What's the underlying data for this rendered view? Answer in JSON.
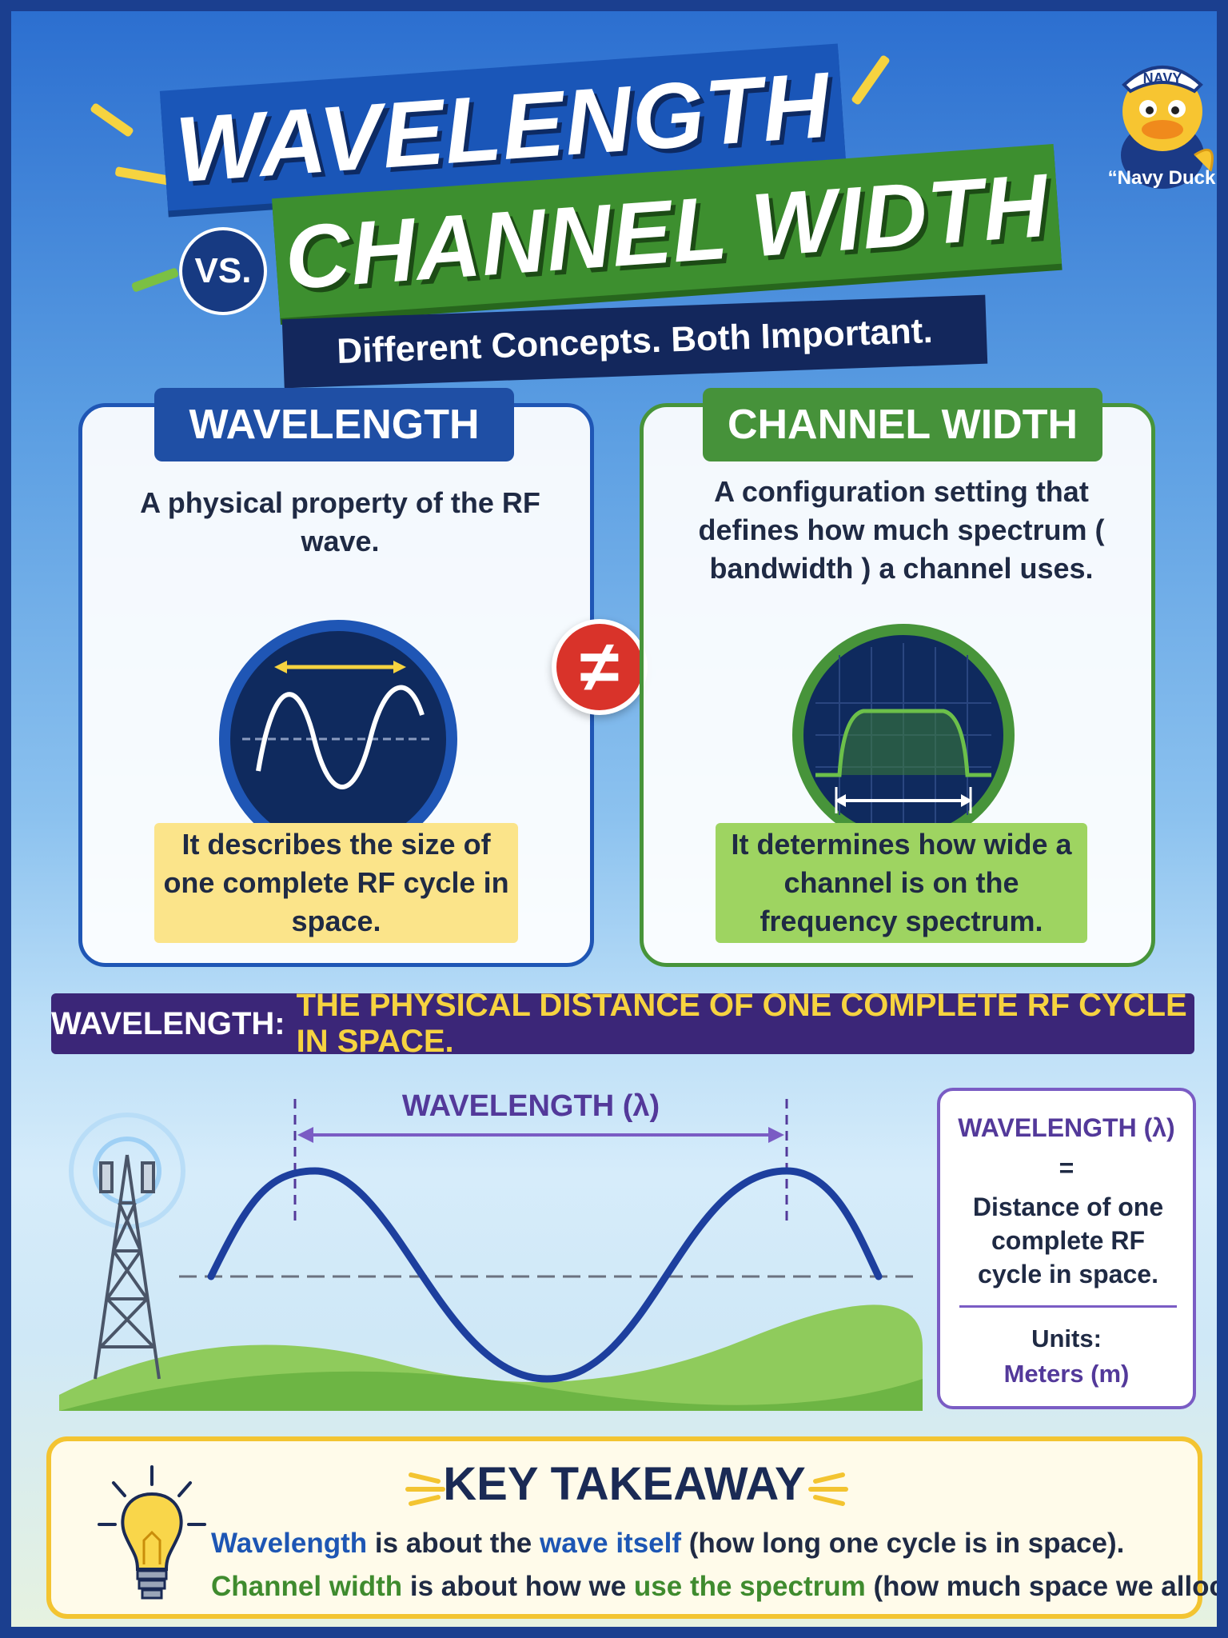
{
  "header": {
    "title_line1": "WAVELENGTH",
    "vs": "VS.",
    "title_line2": "CHANNEL WIDTH",
    "subtitle": "Different Concepts. Both Important."
  },
  "mascot": {
    "hat_text": "NAVY",
    "caption": "“Navy Duck”"
  },
  "wavelength_card": {
    "heading": "WAVELENGTH",
    "description": "A physical property of the RF wave.",
    "icon": "sine-wave-icon",
    "note": "It describes the size of one complete RF cycle in space."
  },
  "channel_card": {
    "heading": "CHANNEL WIDTH",
    "description": "A configuration setting that defines how much spectrum ( bandwidth ) a channel uses.",
    "icon": "spectrum-channel-icon",
    "note": "It determines how wide a channel is on the frequency spectrum."
  },
  "not_equal_symbol": "≠",
  "definition": {
    "term": "WAVELENGTH:",
    "text": "THE PHYSICAL DISTANCE OF ONE COMPLETE RF CYCLE IN SPACE."
  },
  "wave_diagram": {
    "label": "WAVELENGTH (λ)"
  },
  "info_box": {
    "term": "WAVELENGTH (λ)",
    "equals": "=",
    "definition": "Distance of one complete RF cycle in space.",
    "units_label": "Units:",
    "units_value": "Meters (m)"
  },
  "takeaway": {
    "title": "KEY TAKEAWAY",
    "line1": {
      "a": "Wavelength",
      "b": " is about the ",
      "c": "wave itself",
      "d": " (how long one cycle is in space)."
    },
    "line2": {
      "a": "Channel width",
      "b": " is about how we ",
      "c": "use the spectrum",
      "d": " (how much space we allocate)."
    }
  },
  "colors": {
    "blue": "#1f4fa5",
    "green": "#46923a",
    "purple": "#3b2678",
    "yellow": "#f6d340",
    "red": "#d9332a"
  }
}
